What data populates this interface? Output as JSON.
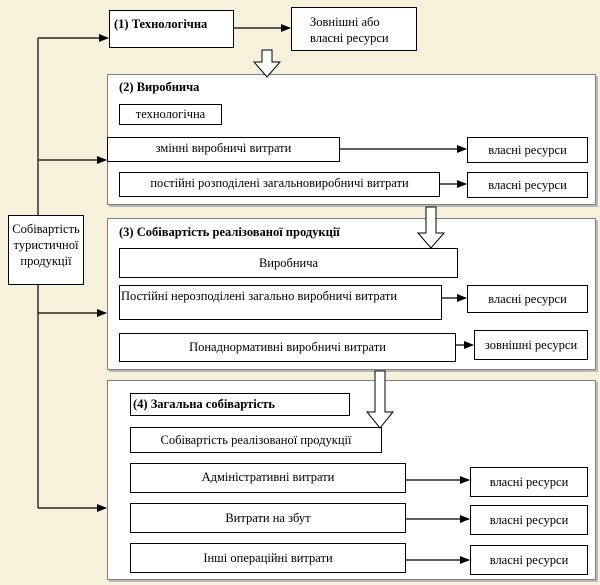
{
  "source": {
    "label": "Собівартість туристичної продукції"
  },
  "level1": {
    "title": "(1) Технологічна",
    "resource": "Зовнішні або власні ресурси"
  },
  "level2": {
    "title": "(2) Виробнича",
    "items": [
      {
        "label": "технологічна",
        "resource": ""
      },
      {
        "label": "змінні виробничі витрати",
        "resource": "власні ресурси"
      },
      {
        "label": "постійні розподілені загальновиробничі витрати",
        "resource": "власні ресурси"
      }
    ]
  },
  "level3": {
    "title": "(3) Собівартість реалізованої продукції",
    "items": [
      {
        "label": "Виробнича",
        "resource": ""
      },
      {
        "label": "Постійні нерозподілені загально виробничі витрати",
        "resource": "власні ресурси"
      },
      {
        "label": "Понаднормативні виробничі витрати",
        "resource": "зовнішні ресурси"
      }
    ]
  },
  "level4": {
    "title": "(4) Загальна собівартість",
    "items": [
      {
        "label": "Собівартість реалізованої продукції",
        "resource": ""
      },
      {
        "label": "Адміністративні витрати",
        "resource": "власні ресурси"
      },
      {
        "label": "Витрати на збут",
        "resource": "власні ресурси"
      },
      {
        "label": "Інші операційні витрати",
        "resource": "власні ресурси"
      }
    ]
  }
}
